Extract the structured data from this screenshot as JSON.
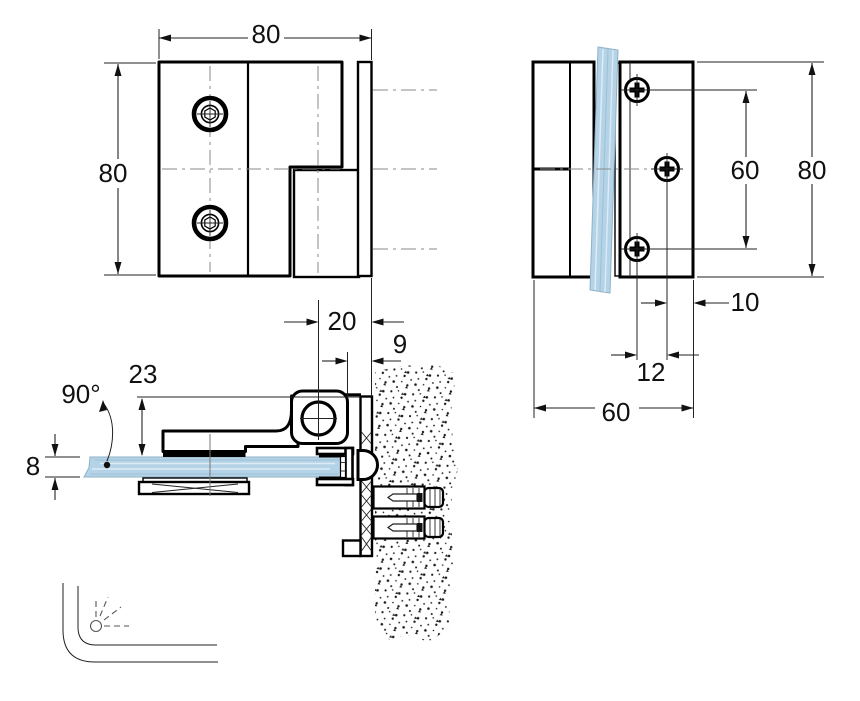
{
  "drawing_title": "glass-door-hinge-technical-drawing",
  "colors": {
    "background": "#ffffff",
    "line": "#000000",
    "dimension_text": "#111111",
    "glass": "#b5d3e7",
    "glass_streak_light": "#dcebf5",
    "glass_streak_dark": "#9dc0d4"
  },
  "dims": {
    "front_width": "80",
    "front_height": "80",
    "side_screw_spacing": "60",
    "side_height": "80",
    "side_screw_edge": "10",
    "side_screw_offset": "12",
    "side_width": "60",
    "sec_pivot_wall": "20",
    "sec_wall_gap": "9",
    "sec_top_glass": "23",
    "sec_glass_thk": "8",
    "sec_angle": "90°"
  }
}
